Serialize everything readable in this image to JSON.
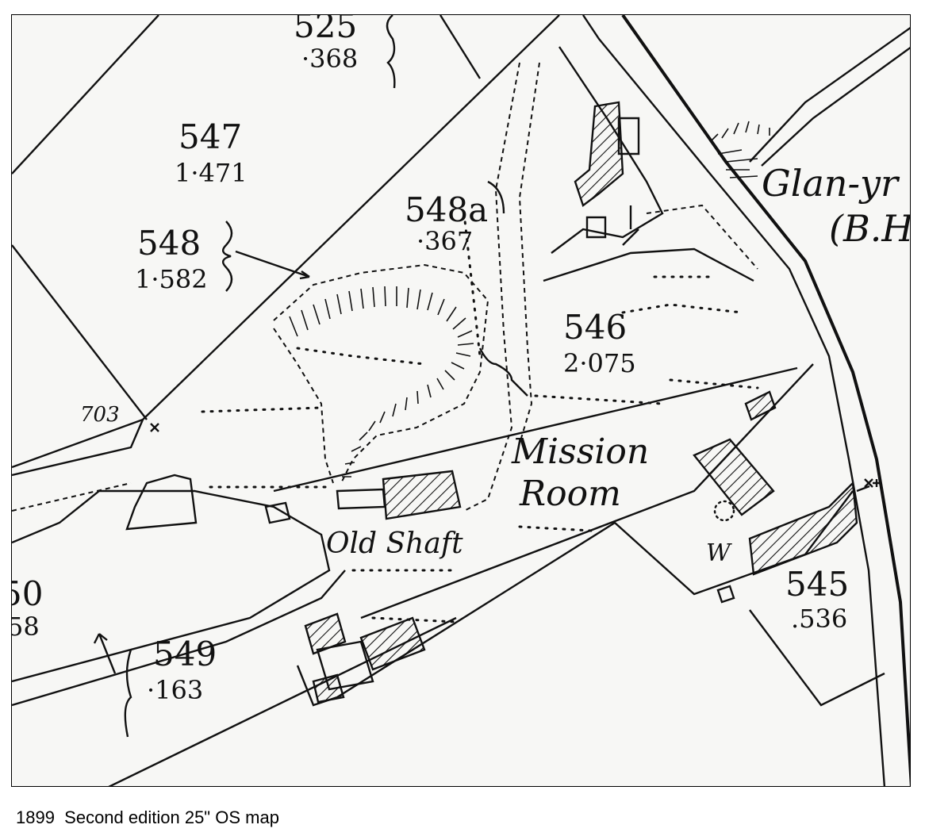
{
  "caption": "1899  Second edition 25\" OS map",
  "map": {
    "parcels": [
      {
        "number": "525",
        "area": "·368"
      },
      {
        "number": "547",
        "area": "1·471"
      },
      {
        "number": "548",
        "area": "1·582"
      },
      {
        "number": "548a",
        "area": "·367"
      },
      {
        "number": "546",
        "area": "2·075"
      },
      {
        "number": "545",
        "area": ".536"
      },
      {
        "number": "549",
        "area": "·163"
      }
    ],
    "partial_parcel": {
      "number": "50",
      "area": "58"
    },
    "spot_height": "703",
    "labels": {
      "mission_line1": "Mission",
      "mission_line2": "Room",
      "old_shaft": "Old Shaft",
      "place_line1": "Glan-yr",
      "place_line2": "(B.H",
      "well": "W"
    },
    "colors": {
      "ink": "#111111",
      "paper": "#f7f7f5"
    }
  }
}
